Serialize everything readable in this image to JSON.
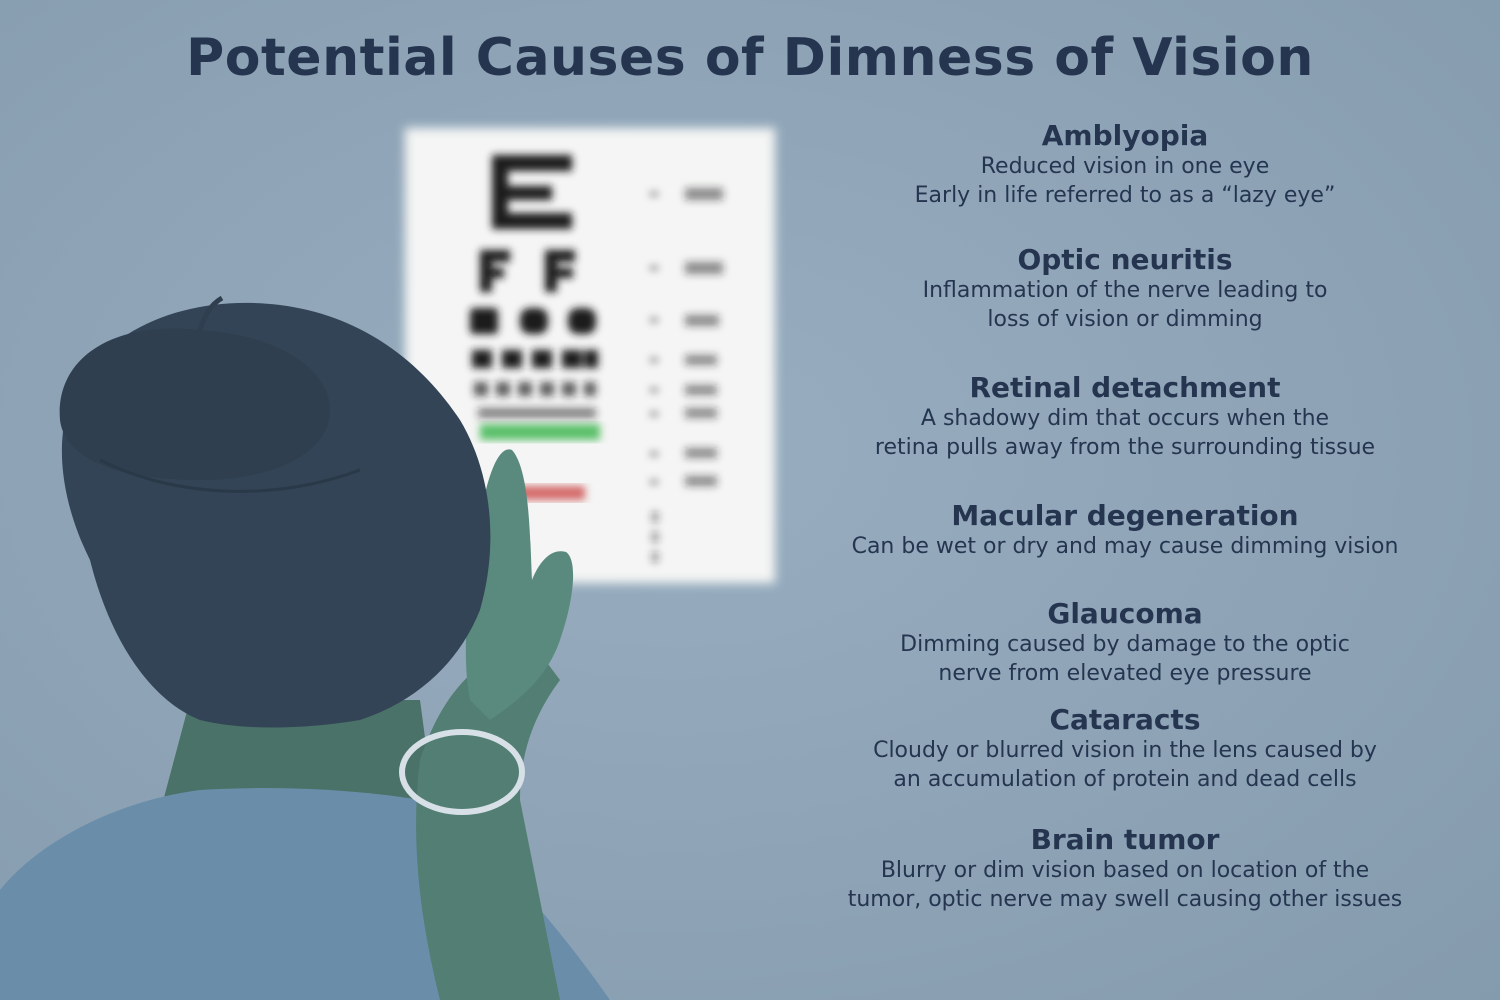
{
  "title": "Potential Causes of Dimness of Vision",
  "causes": [
    {
      "name": "Amblyopia",
      "lines": [
        "Reduced vision in one eye",
        "Early in life referred to as a “lazy eye”"
      ]
    },
    {
      "name": "Optic neuritis",
      "lines": [
        "Inflammation of the nerve leading to",
        "loss of vision or dimming"
      ]
    },
    {
      "name": "Retinal detachment",
      "lines": [
        "A shadowy dim that occurs when the",
        "retina pulls away from the surrounding tissue"
      ]
    },
    {
      "name": "Macular degeneration",
      "lines": [
        "Can be wet or dry and may cause dimming vision"
      ]
    },
    {
      "name": "Glaucoma",
      "lines": [
        "Dimming caused by damage to the optic",
        "nerve from elevated eye pressure"
      ]
    },
    {
      "name": "Cataracts",
      "lines": [
        "Cloudy or blurred vision in the lens caused by",
        "an accumulation of protein and dead cells"
      ]
    },
    {
      "name": "Brain tumor",
      "lines": [
        "Blurry or dim vision based on location of the",
        "tumor, optic nerve may swell causing other issues"
      ]
    }
  ],
  "colors": {
    "background": "#8fa6b8",
    "title_text": "#253550",
    "hair": "#334456",
    "skin": "#4e7a70",
    "shirt": "#6a8eaa",
    "chart_paper": "#f4f5f4",
    "green_line": "#5cc06a",
    "red_line": "#d46a6a"
  },
  "icons": {
    "eye_chart": "blurred-snellen-eye-chart",
    "person": "woman-covering-eye-illustration",
    "bracelet": "bracelet"
  }
}
